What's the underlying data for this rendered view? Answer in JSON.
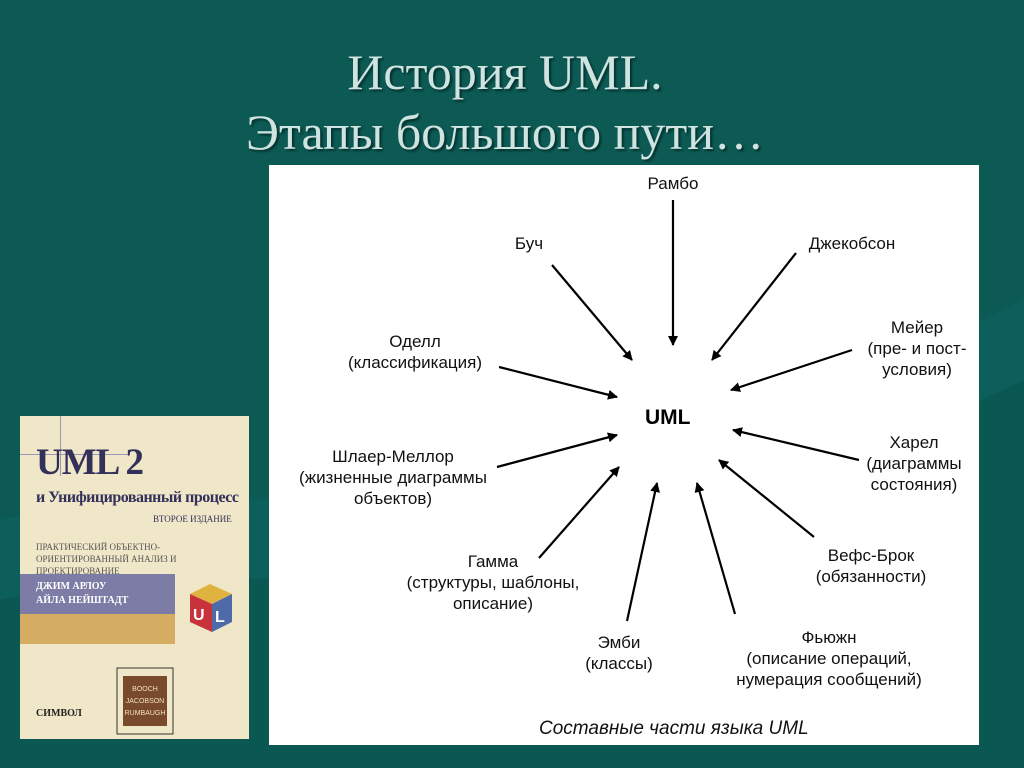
{
  "slide": {
    "title_line1": "История UML.",
    "title_line2": "Этапы большого пути…"
  },
  "diagram": {
    "center": "UML",
    "caption": "Составные части языка UML",
    "nodes": {
      "rambo": [
        "Рамбо"
      ],
      "booch": [
        "Буч"
      ],
      "jacobson": [
        "Джекобсон"
      ],
      "odell": [
        "Оделл",
        "(классификация)"
      ],
      "meyer": [
        "Мейер",
        "(пре- и пост-",
        "условия)"
      ],
      "shlaer": [
        "Шлаер-Меллор",
        "(жизненные диаграммы",
        "объектов)"
      ],
      "harel": [
        "Харел",
        "(диаграммы",
        "состояния)"
      ],
      "gamma": [
        "Гамма",
        "(структуры, шаблоны,",
        "описание)"
      ],
      "wirfs": [
        "Вефс-Брок",
        "(обязанности)"
      ],
      "embley": [
        "Эмби",
        "(классы)"
      ],
      "fusion": [
        "Фьюжн",
        "(описание операций,",
        "нумерация сообщений)"
      ]
    }
  },
  "book": {
    "title": "UML 2",
    "subtitle": "и Унифицированный процесс",
    "edition": "ВТОРОЕ ИЗДАНИЕ",
    "description": "ПРАКТИЧЕСКИЙ ОБЪЕКТНО-ОРИЕНТИРОВАННЫЙ АНАЛИЗ И ПРОЕКТИРОВАНИЕ",
    "author1": "ДЖИМ АРЛОУ",
    "author2": "АЙЛА НЕЙШТАДТ",
    "series_line1": "BOOCH",
    "series_line2": "JACOBSON",
    "series_line3": "RUMBAUGH",
    "publisher": "СИМВОЛ"
  }
}
